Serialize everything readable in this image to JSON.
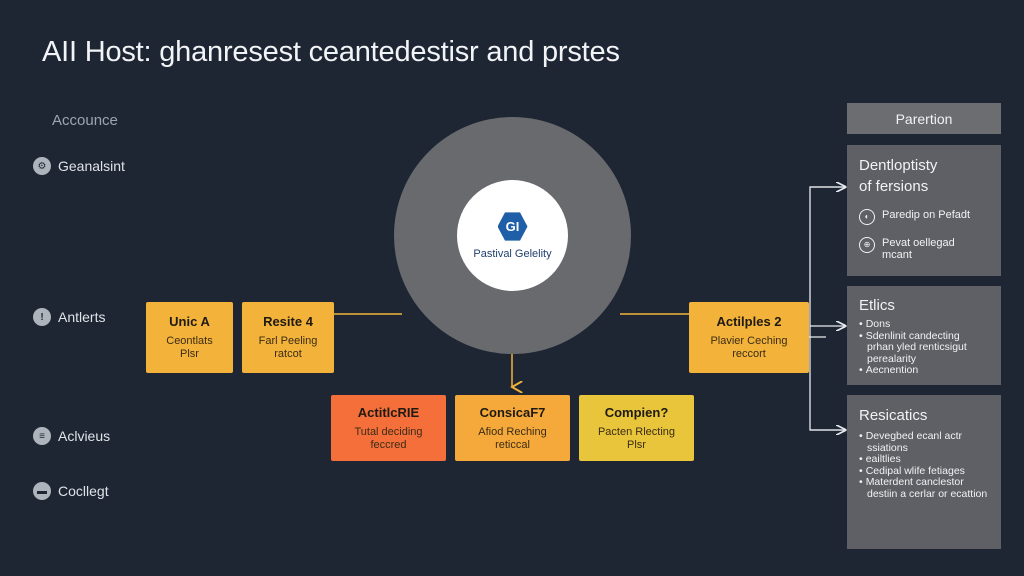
{
  "title": "AII Host: ghanresest ceantedestisr and prstes",
  "sidebar": {
    "header": "Accounce",
    "items": [
      {
        "label": "Geanalsint",
        "icon": "gear-icon"
      },
      {
        "label": "Antlerts",
        "icon": "alert-icon"
      },
      {
        "label": "Aclvieus",
        "icon": "document-icon"
      },
      {
        "label": "Cocllegt",
        "icon": "folder-icon"
      }
    ]
  },
  "hub": {
    "logo_text": "GI",
    "label": "Pastival Gelelity",
    "logo_color": "#1f5fa8"
  },
  "boxes": {
    "unic": {
      "title": "Unic A",
      "sub1": "Ceontlats",
      "sub2": "Plsr",
      "color": "#f3b33b"
    },
    "resite": {
      "title": "Resite 4",
      "sub1": "Farl Peeling",
      "sub2": "ratcot",
      "color": "#f3b33b"
    },
    "actilples": {
      "title": "Actilples 2",
      "sub1": "Plavier Ceching",
      "sub2": "reccort",
      "color": "#f3b33b"
    },
    "actitic": {
      "title": "ActitlcRIE",
      "sub1": "Tutal deciding",
      "sub2": "feccred",
      "color": "#f56f3a"
    },
    "consica": {
      "title": "ConsicaF7",
      "sub1": "Afiod Reching",
      "sub2": "reticcal",
      "color": "#f5a93a"
    },
    "compien": {
      "title": "Compien?",
      "sub1": "Pacten Rlecting",
      "sub2": "Plsr",
      "color": "#e8c53a"
    }
  },
  "panels": {
    "tab": "Parertion",
    "p1": {
      "title1": "Dentloptisty",
      "title2": "of fersions",
      "rows": [
        {
          "icon": "globe-icon",
          "text1": "Paredip on Pefadt",
          "text2": ""
        },
        {
          "icon": "network-icon",
          "text1": "Pevat oellegad",
          "text2": "mcant"
        }
      ]
    },
    "p2": {
      "title": "Etlics",
      "bullets": [
        "Dons",
        "Sdenlinit candecting prhan yled renticsigut perealarity",
        "Aecnention"
      ]
    },
    "p3": {
      "title": "Resicatics",
      "bullets": [
        "Devegbed ecanl actr ssiations",
        "eailtlies",
        "Cedipal wlife fetiages",
        "Materdent canclestor destiin a cerlar or ecattion"
      ]
    }
  }
}
